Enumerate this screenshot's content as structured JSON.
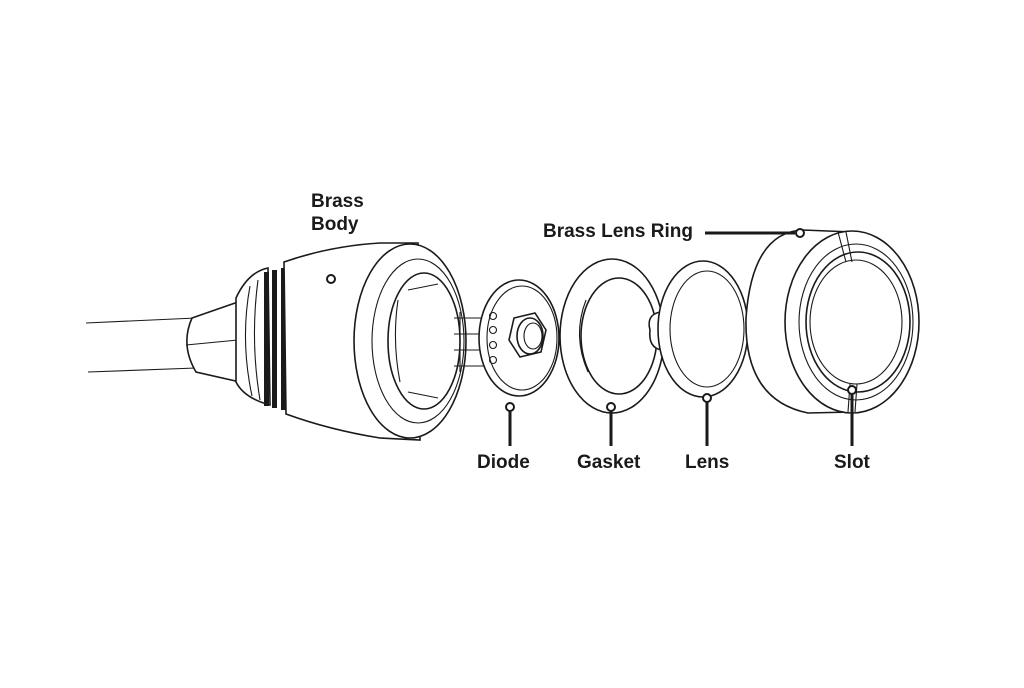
{
  "labels": {
    "brass_body": [
      "Brass",
      "Body"
    ],
    "brass_lens_ring": "Brass Lens Ring",
    "diode": "Diode",
    "gasket": "Gasket",
    "lens": "Lens",
    "slot": "Slot"
  },
  "colors": {
    "line": "#1a1a1a",
    "background": "#ffffff"
  }
}
